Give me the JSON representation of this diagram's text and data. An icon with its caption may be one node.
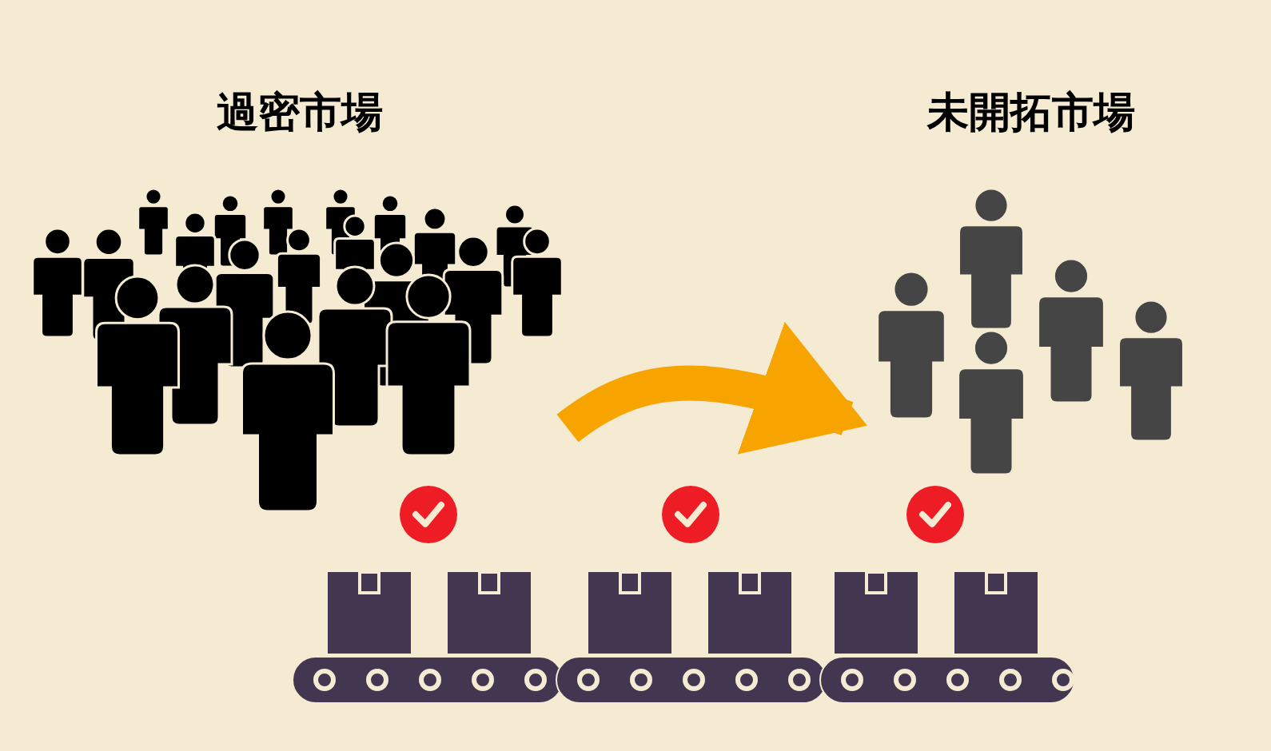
{
  "diagram": {
    "nodes": [
      {
        "text": [
          "過密市場"
        ]
      },
      {
        "text": [
          "未開拓市場"
        ]
      }
    ],
    "edges": [
      {
        "from": 0,
        "to": 1,
        "arrow": "to",
        "color": "#f7a400"
      }
    ]
  }
}
